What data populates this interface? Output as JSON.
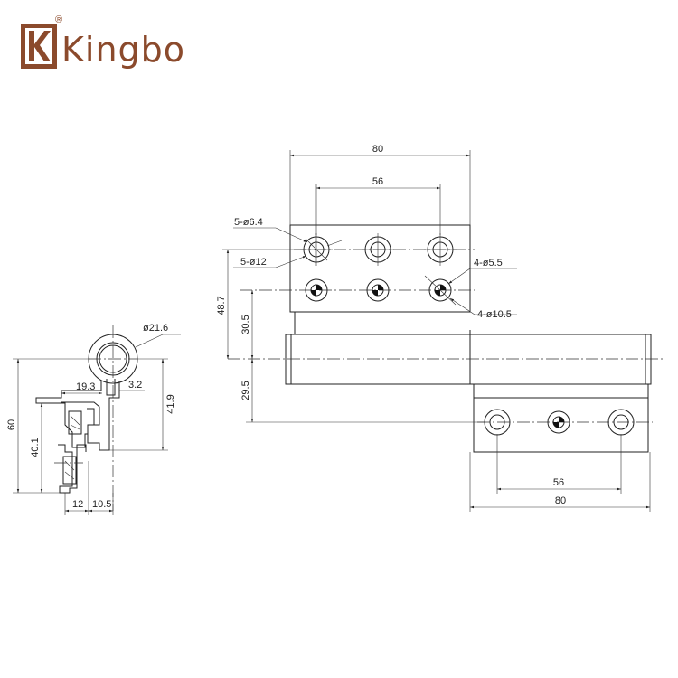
{
  "brand": {
    "name": "Kingbo",
    "registered_mark": "®",
    "color": "#8b4a2c"
  },
  "dimensions": {
    "top_width": "80",
    "top_hole_spacing": "56",
    "hole_a": "5-ø6.4",
    "hole_b": "5-ø12",
    "hole_c": "4-ø5.5",
    "hole_d": "4-ø10.5",
    "height_487": "48.7",
    "height_305": "30.5",
    "height_295": "29.5",
    "bottom_hole_spacing": "56",
    "bottom_width": "80",
    "knuckle_dia": "ø21.6",
    "side_193": "19.3",
    "side_32": "3.2",
    "side_60": "60",
    "side_401": "40.1",
    "side_419": "41.9",
    "side_12": "12",
    "side_105": "10.5"
  }
}
